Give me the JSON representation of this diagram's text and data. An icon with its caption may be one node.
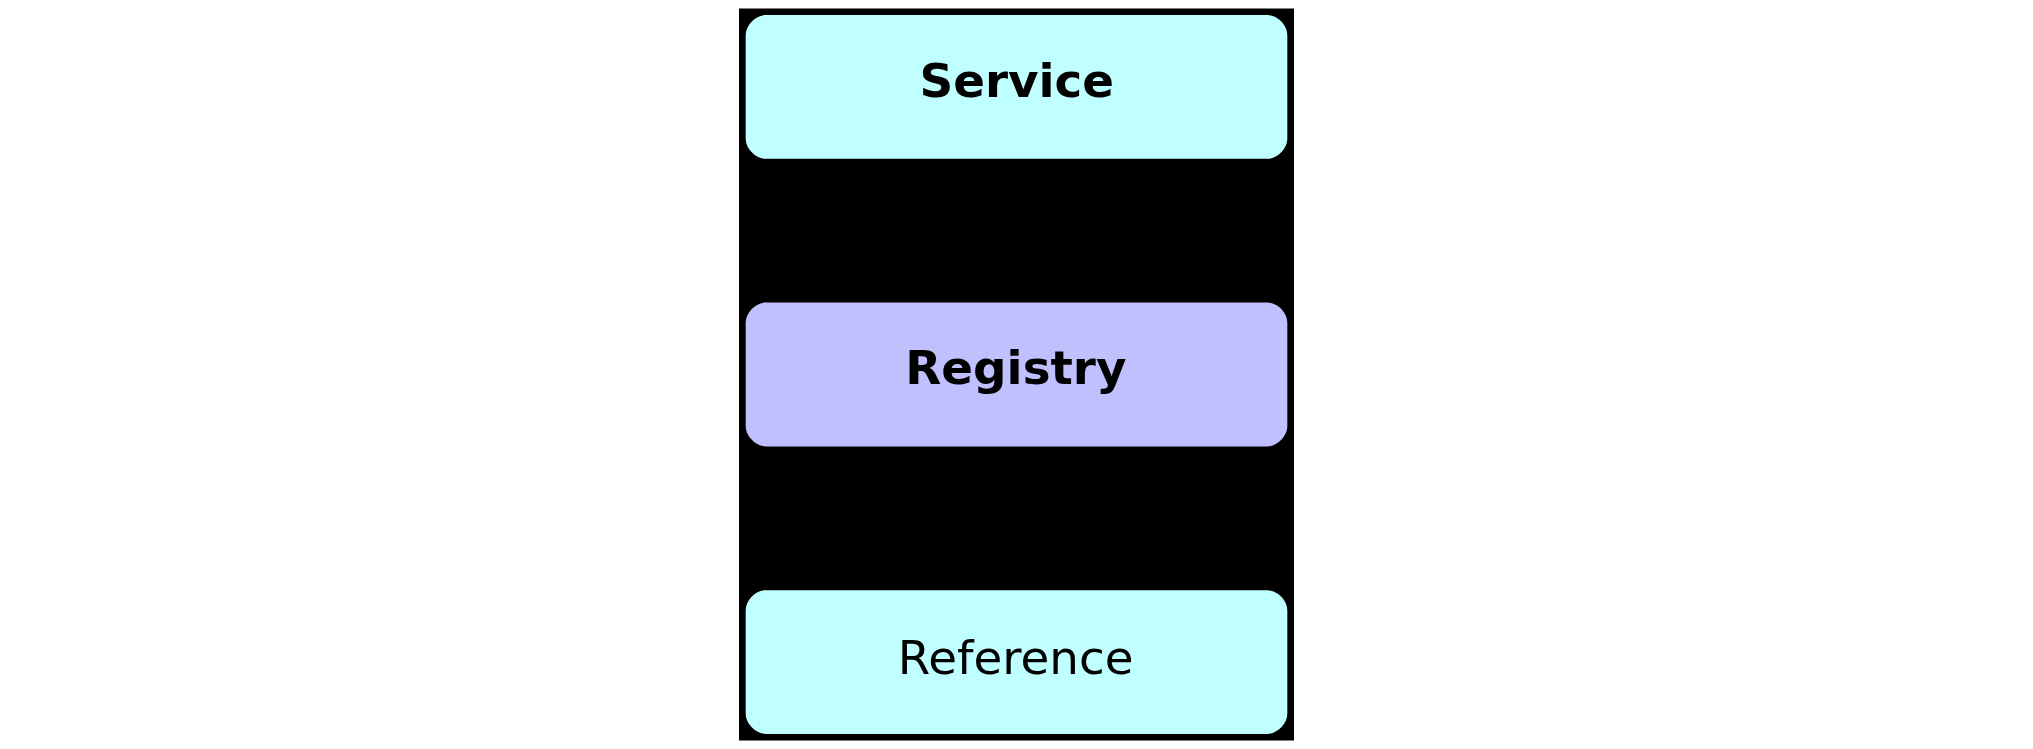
{
  "diagram": {
    "nodes": [
      {
        "text": [
          "Registry"
        ]
      },
      {
        "text": [
          "Reference"
        ]
      },
      {
        "text": [
          "Service"
        ]
      }
    ],
    "edges": []
  }
}
